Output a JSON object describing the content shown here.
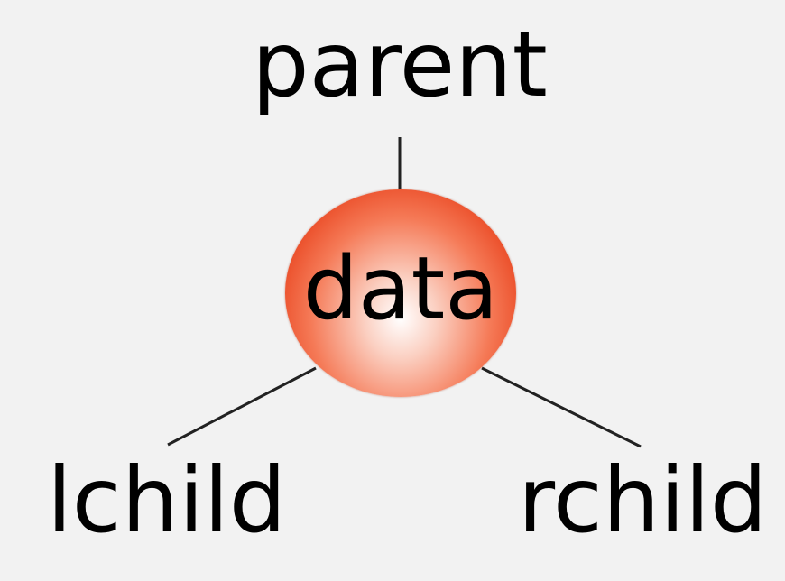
{
  "diagram": {
    "parent_label": "parent",
    "node_label": "data",
    "lchild_label": "lchild",
    "rchild_label": "rchild",
    "node_color": "#ea4a25",
    "edge_color": "#222222",
    "background_color": "#f2f2f2"
  }
}
